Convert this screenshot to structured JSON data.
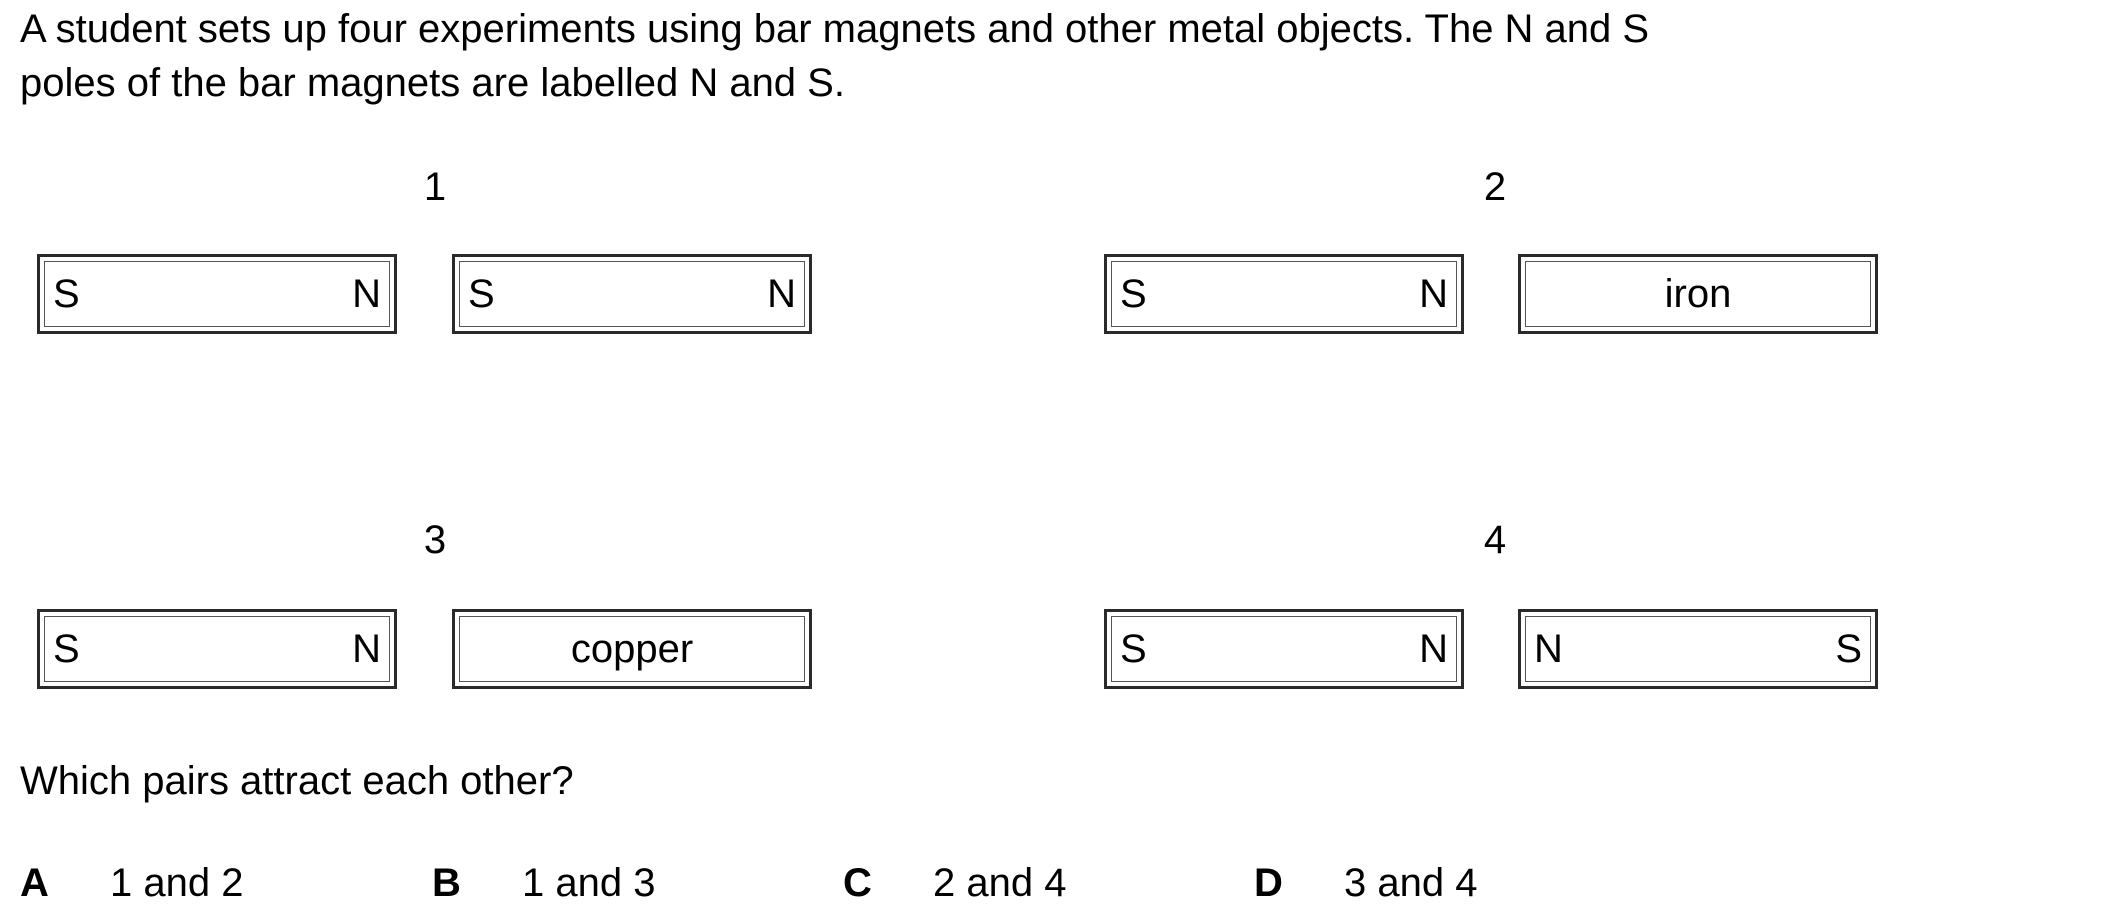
{
  "question": {
    "intro_line_1": "A student sets up four experiments using bar magnets and other metal objects. The N and S",
    "intro_line_2": "poles of the bar magnets are labelled N and S.",
    "prompt": "Which pairs attract each other?"
  },
  "experiments": [
    {
      "number": "1",
      "left_object": {
        "left_label": "S",
        "right_label": "N"
      },
      "right_object": {
        "left_label": "S",
        "right_label": "N"
      }
    },
    {
      "number": "2",
      "left_object": {
        "left_label": "S",
        "right_label": "N"
      },
      "right_object": {
        "material": "iron"
      }
    },
    {
      "number": "3",
      "left_object": {
        "left_label": "S",
        "right_label": "N"
      },
      "right_object": {
        "material": "copper"
      }
    },
    {
      "number": "4",
      "left_object": {
        "left_label": "S",
        "right_label": "N"
      },
      "right_object": {
        "left_label": "N",
        "right_label": "S"
      }
    }
  ],
  "options": [
    {
      "letter": "A",
      "text": "1 and 2"
    },
    {
      "letter": "B",
      "text": "1 and 3"
    },
    {
      "letter": "C",
      "text": "2 and 4"
    },
    {
      "letter": "D",
      "text": "3 and 4"
    }
  ]
}
